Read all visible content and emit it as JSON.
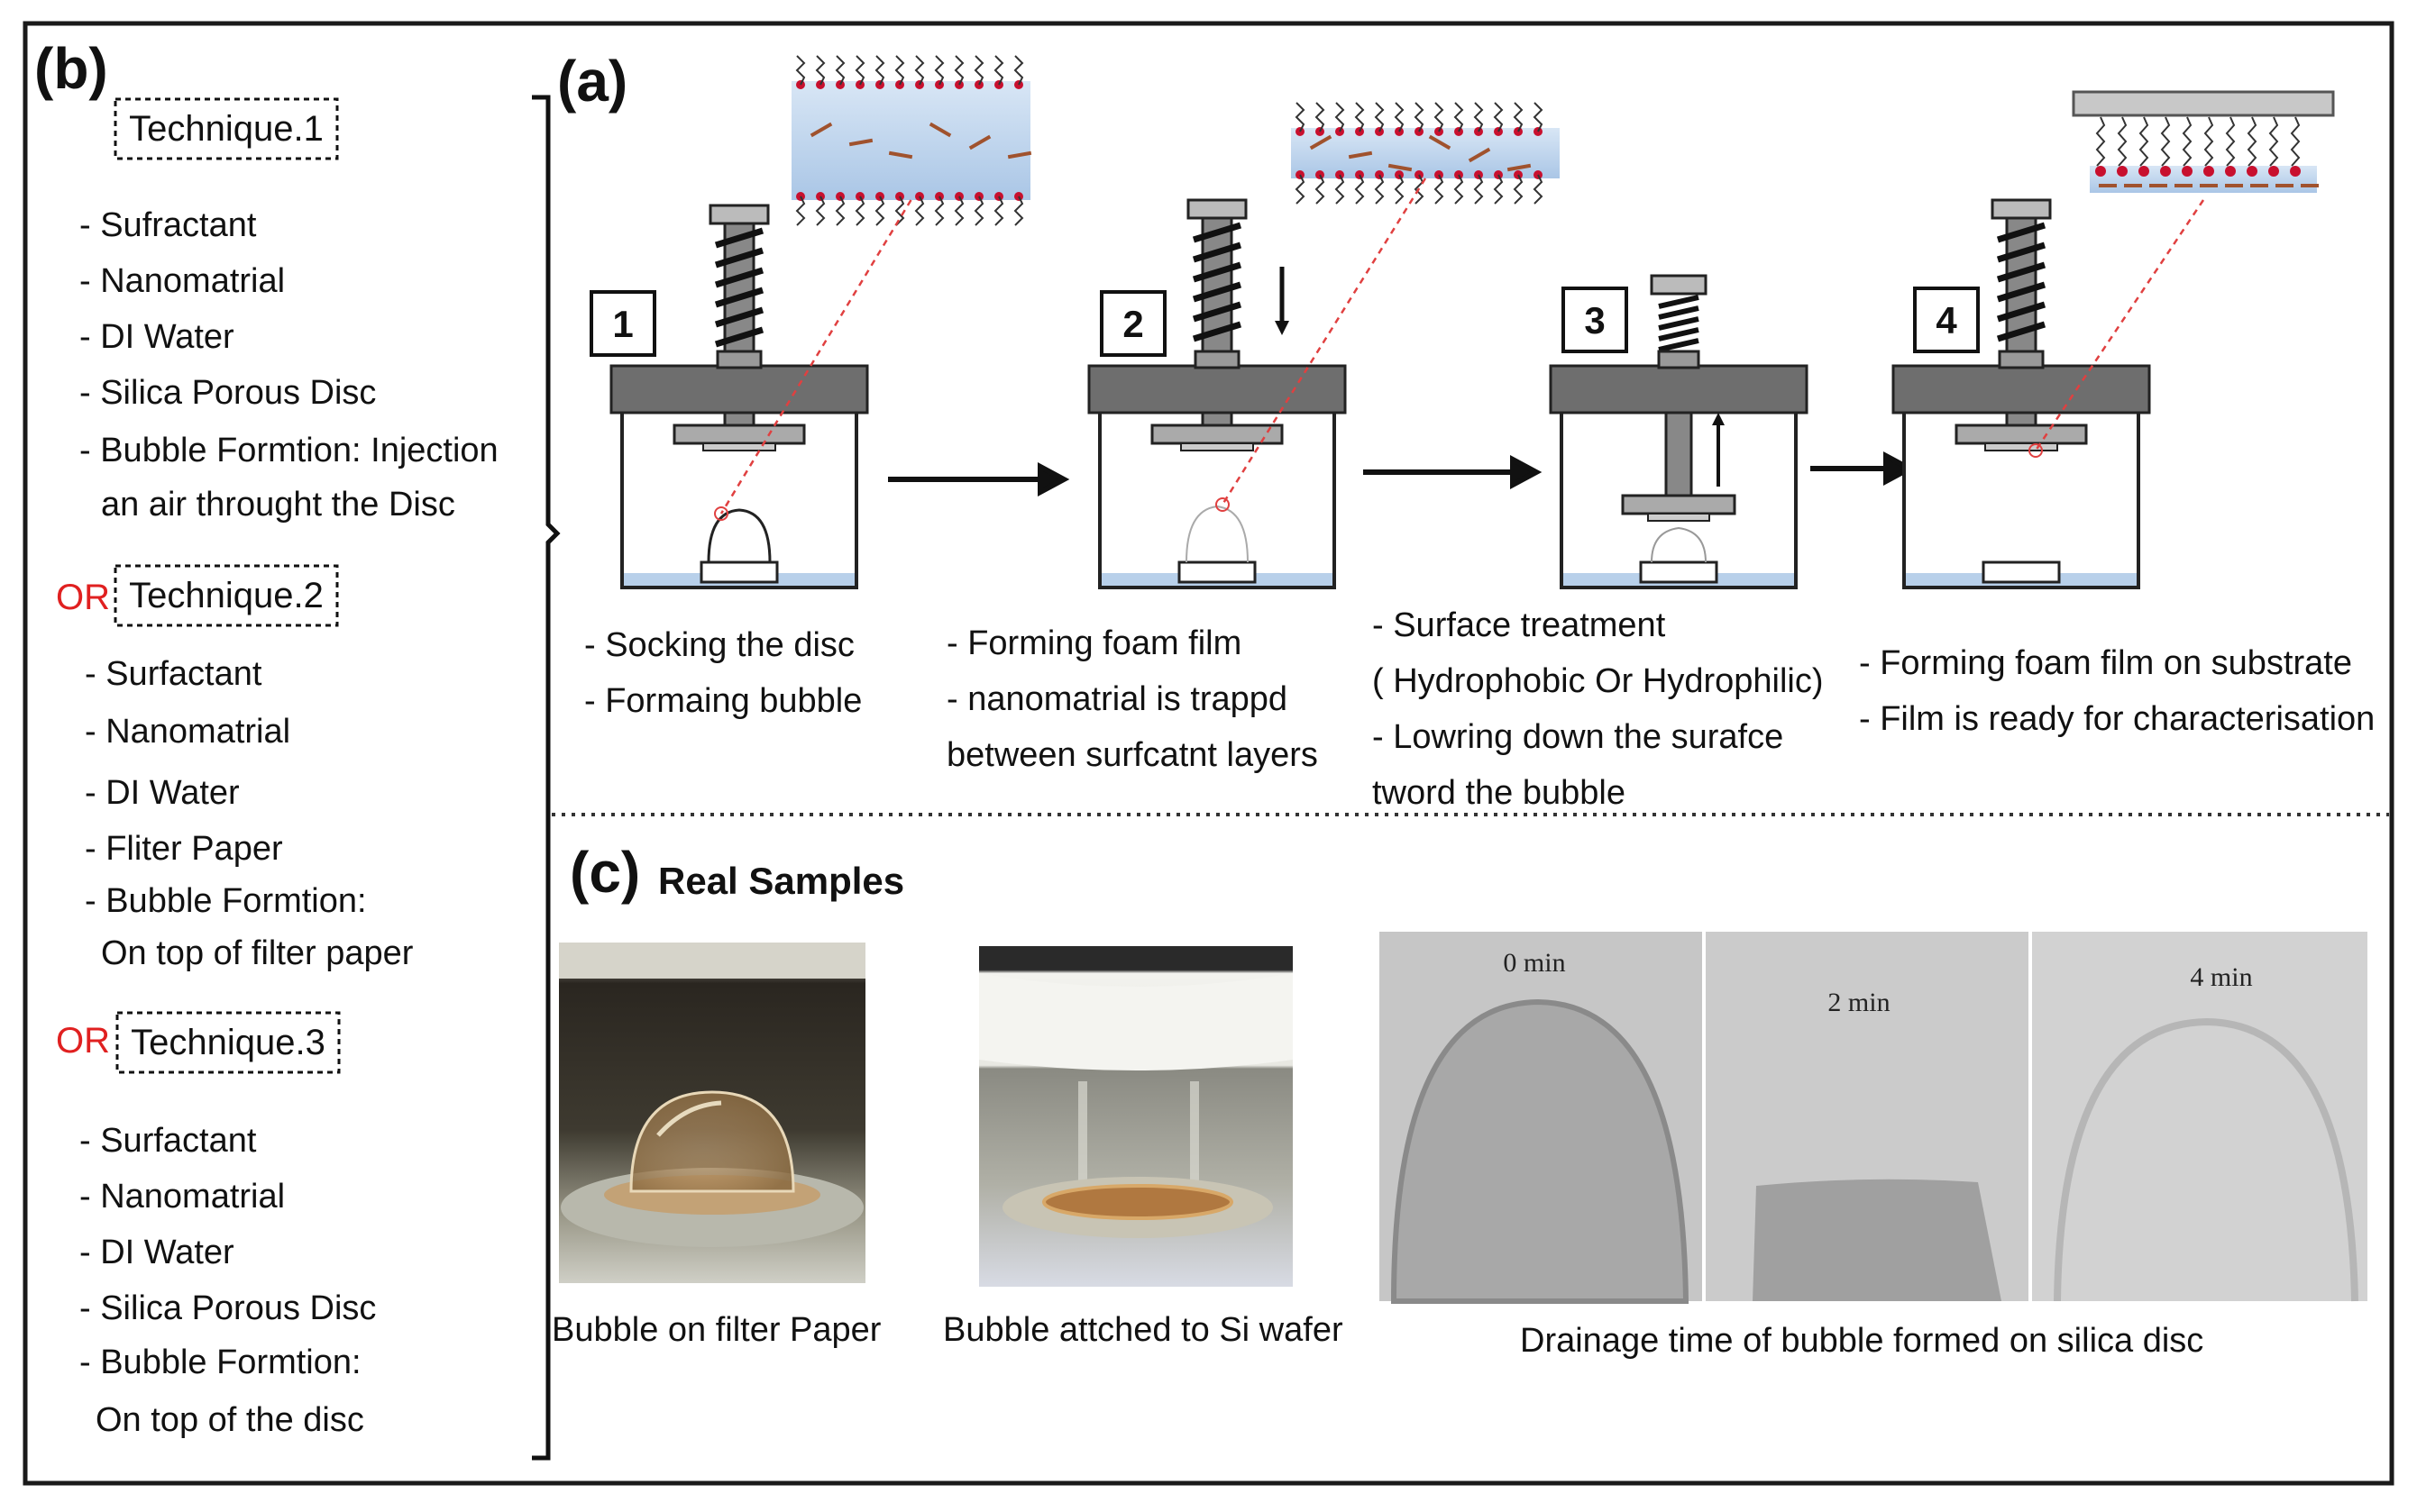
{
  "panel_b": {
    "label": "(b)",
    "or_label": "OR",
    "techniques": [
      {
        "title": "Technique.1",
        "items": [
          "- Sufractant",
          "- Nanomatrial",
          "- DI Water",
          "- Silica Porous Disc",
          "- Bubble Formtion: Injection",
          "an air throught the Disc"
        ]
      },
      {
        "title": "Technique.2",
        "items": [
          "- Surfactant",
          "- Nanomatrial",
          "- DI Water",
          "- Fliter Paper",
          "- Bubble Formtion:",
          "On top of filter paper"
        ]
      },
      {
        "title": "Technique.3",
        "items": [
          "- Surfactant",
          "- Nanomatrial",
          "- DI Water",
          "- Silica Porous Disc",
          "- Bubble Formtion:",
          "On top of the disc"
        ]
      }
    ]
  },
  "panel_a": {
    "label": "(a)",
    "steps": [
      {
        "number": "1",
        "lines": [
          "- Socking the disc",
          "- Formaing bubble"
        ]
      },
      {
        "number": "2",
        "lines": [
          "- Forming foam film",
          "- nanomatrial is trappd",
          "between surfcatnt layers"
        ]
      },
      {
        "number": "3",
        "lines": [
          "- Surface treatment",
          "( Hydrophobic Or Hydrophilic)",
          "- Lowring down the surafce",
          "tword the bubble"
        ]
      },
      {
        "number": "4",
        "lines": [
          "- Forming foam film on substrate",
          "- Film is ready for characterisation"
        ]
      }
    ]
  },
  "panel_c": {
    "label": "(c)",
    "title": "Real Samples",
    "captions": [
      "Bubble on filter Paper",
      "Bubble attched to Si wafer",
      "Drainage time of bubble formed on silica disc"
    ],
    "time_labels": [
      "0 min",
      "2 min",
      "4 min"
    ]
  },
  "colors": {
    "or_red": "#e02020",
    "plate_gray": "#6e6e6e",
    "liquid_blue": "#b8d0ea",
    "molecule_red": "#c8102e",
    "nanomaterial_brown": "#a0522d",
    "zoom_line_red": "#e04040"
  }
}
